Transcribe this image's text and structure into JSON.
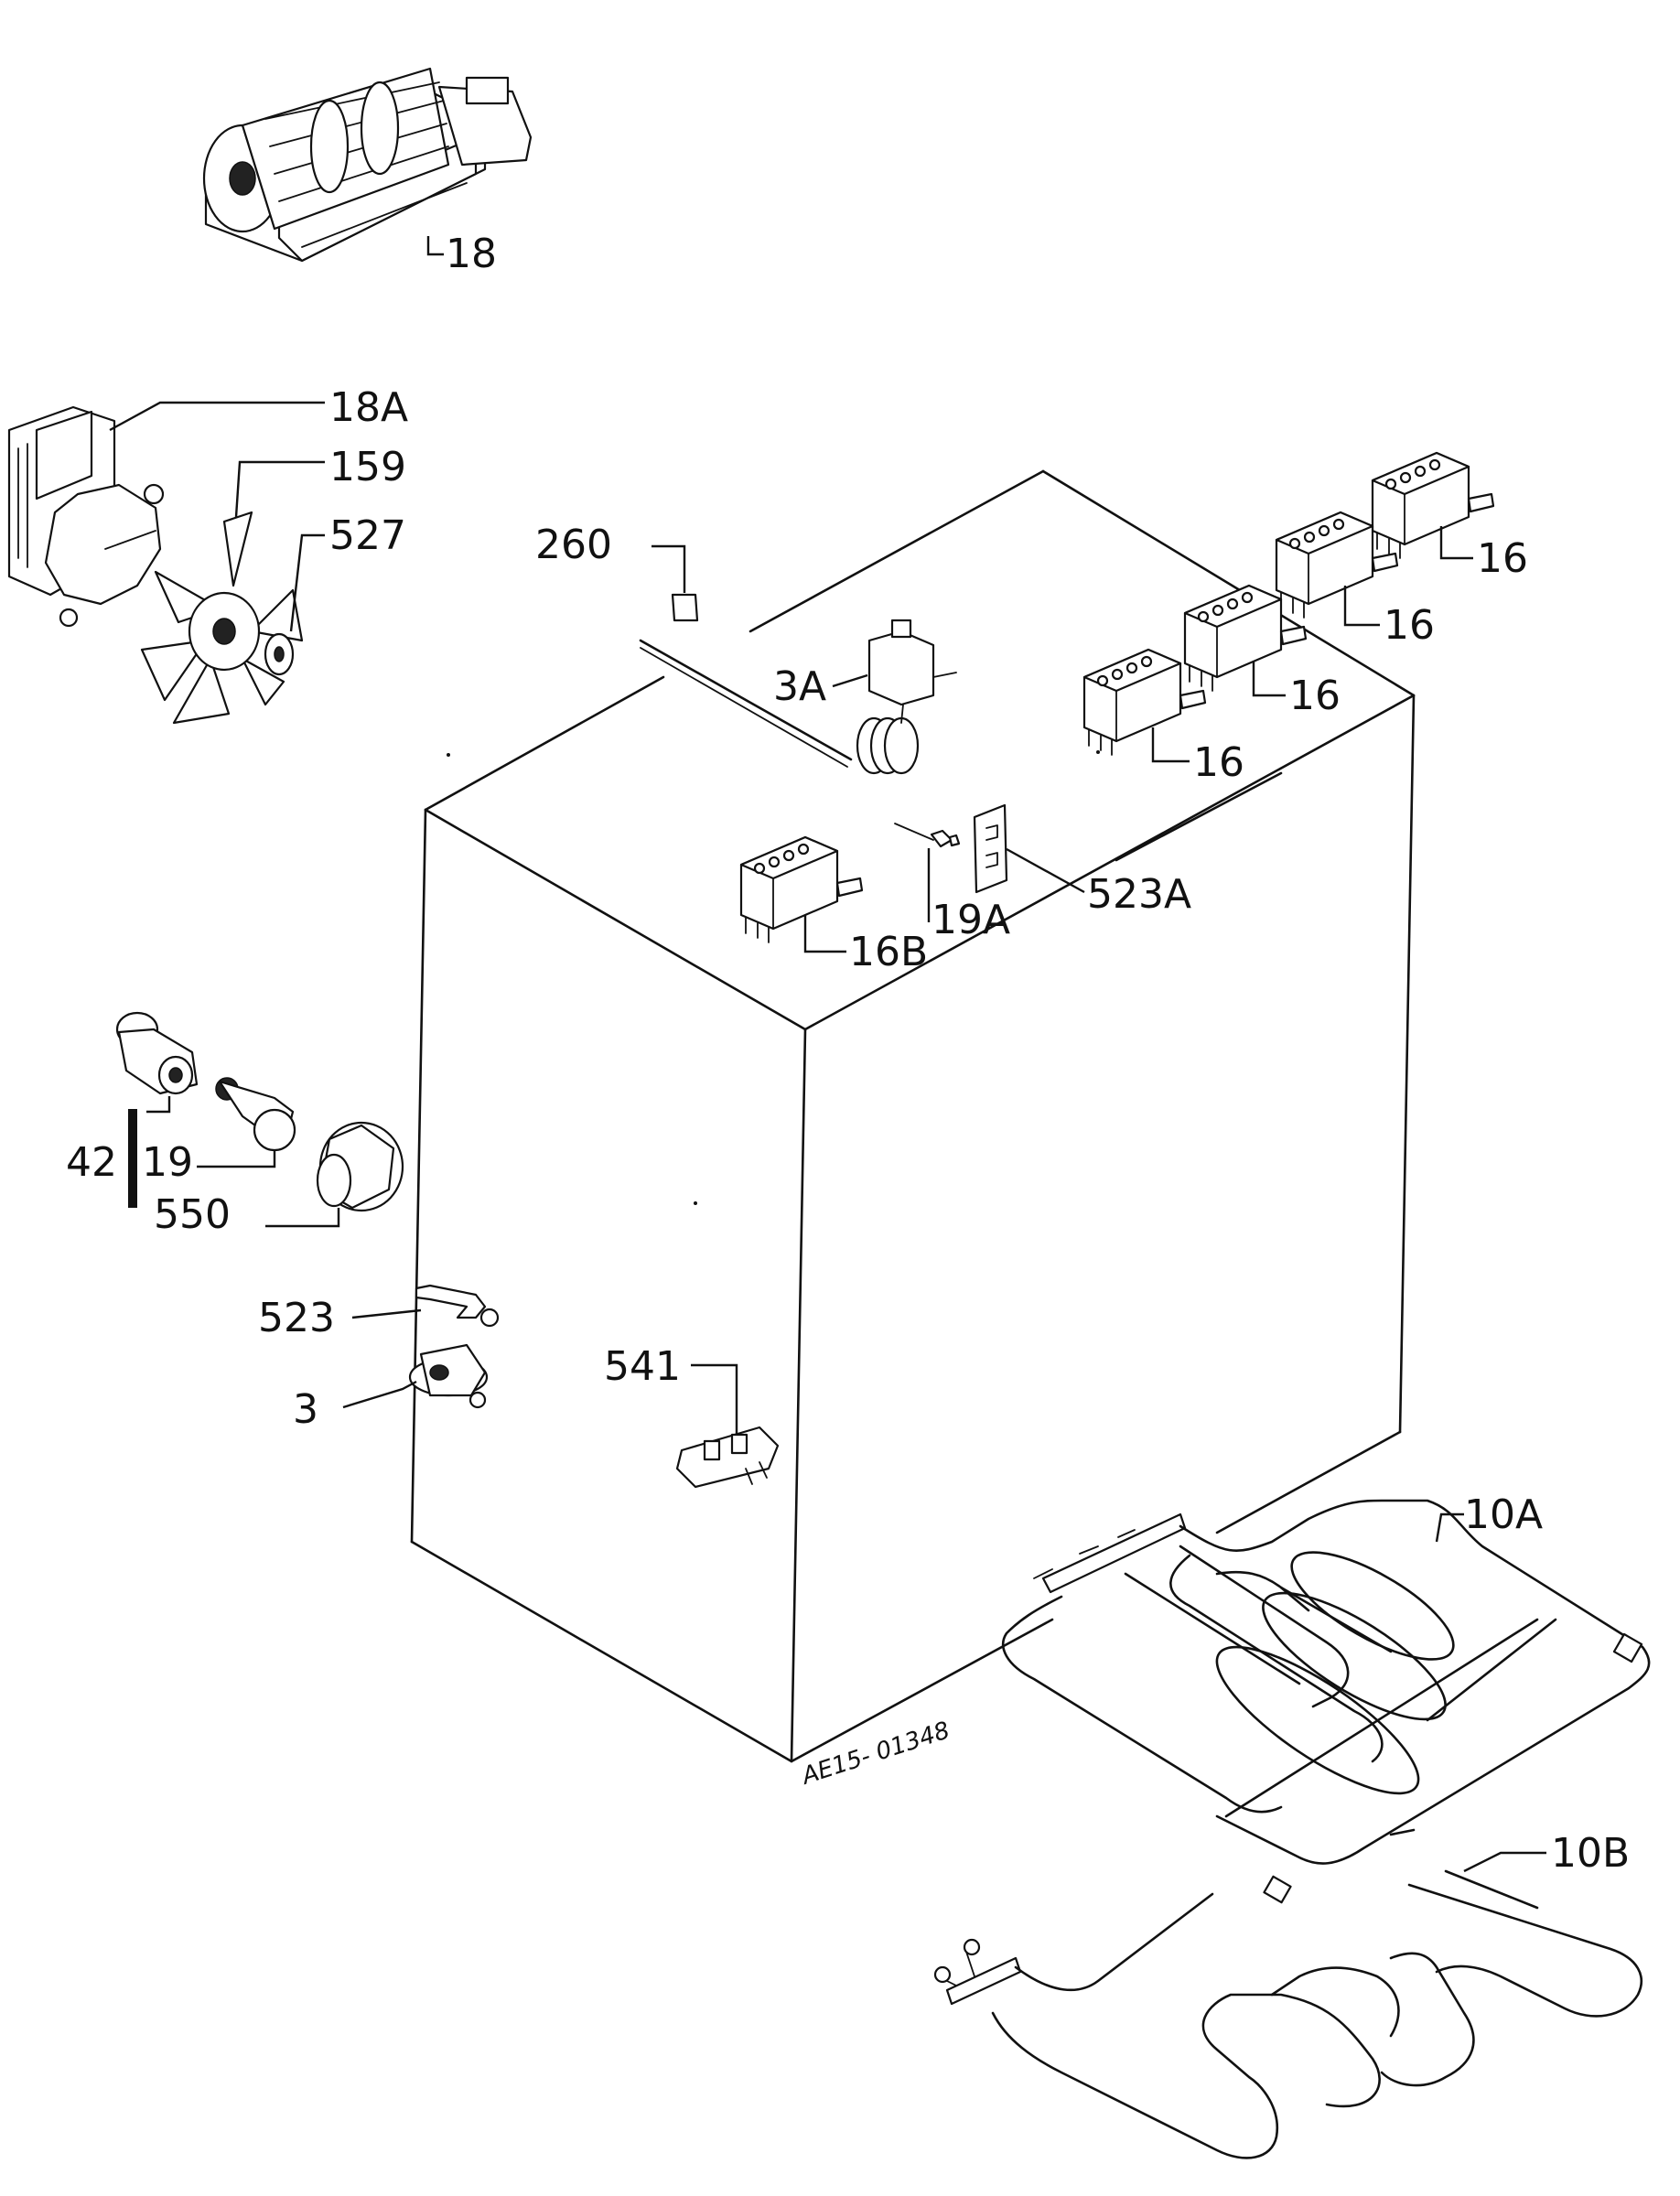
{
  "labels": {
    "l18": "18",
    "l18a": "18A",
    "l159": "159",
    "l527": "527",
    "l260": "260",
    "l3a": "3A",
    "l16_1": "16",
    "l16_2": "16",
    "l16_3": "16",
    "l16_4": "16",
    "l523a": "523A",
    "l19a": "19A",
    "l16b": "16B",
    "l42": "42",
    "l19": "19",
    "l550": "550",
    "l523": "523",
    "l3": "3",
    "l541": "541",
    "l10a": "10A",
    "l10b": "10B"
  },
  "drawing_code": "AE15- 01348"
}
